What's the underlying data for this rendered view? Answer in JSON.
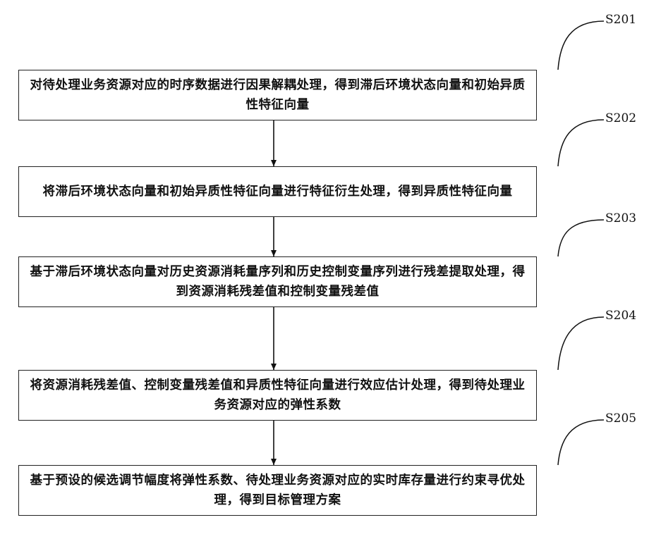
{
  "steps": [
    {
      "label": "S201",
      "text": "对待处理业务资源对应的时序数据进行因果解耦处理，得到滞后环境状态向量和初始异质性特征向量"
    },
    {
      "label": "S202",
      "text": "将滞后环境状态向量和初始异质性特征向量进行特征衍生处理，得到异质性特征向量"
    },
    {
      "label": "S203",
      "text": "基于滞后环境状态向量对历史资源消耗量序列和历史控制变量序列进行残差提取处理，得到资源消耗残差值和控制变量残差值"
    },
    {
      "label": "S204",
      "text": "将资源消耗残差值、控制变量残差值和异质性特征向量进行效应估计处理，得到待处理业务资源对应的弹性系数"
    },
    {
      "label": "S205",
      "text": "基于预设的候选调节幅度将弹性系数、待处理业务资源对应的实时库存量进行约束寻优处理，得到目标管理方案"
    }
  ]
}
